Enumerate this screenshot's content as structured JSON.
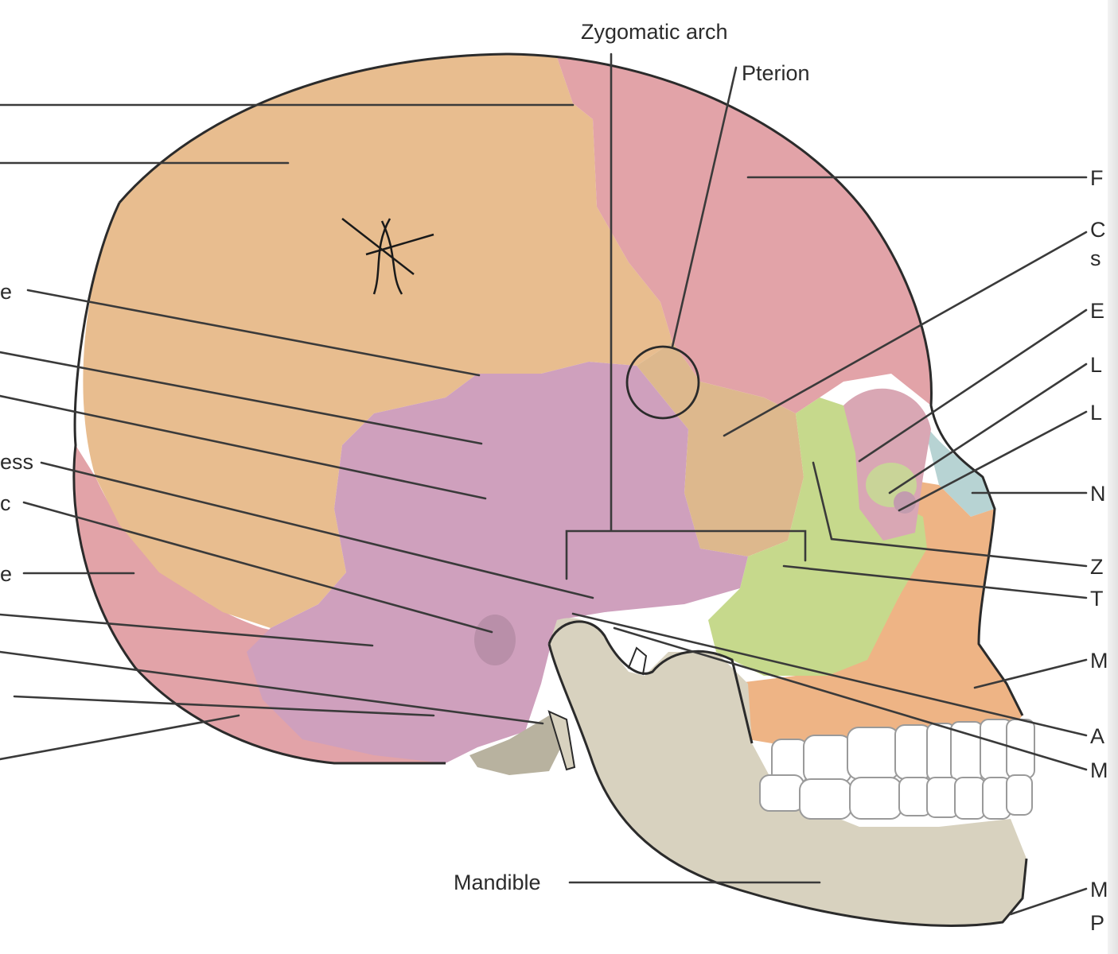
{
  "labels": {
    "zygomatic_arch": "Zygomatic arch",
    "pterion": "Pterion",
    "mandible": "Mandible",
    "frag_left_1": "e",
    "frag_left_2": "ess",
    "frag_left_3": "c",
    "frag_left_4": "e",
    "frag_right_1": "F",
    "frag_right_2a": "C",
    "frag_right_2b": "s",
    "frag_right_3": "E",
    "frag_right_4": "L",
    "frag_right_5": "L",
    "frag_right_6": "N",
    "frag_right_7": "Z",
    "frag_right_8": "T",
    "frag_right_9": "M",
    "frag_right_10": "A",
    "frag_right_11": "M",
    "frag_right_12a": "M",
    "frag_right_12b": "P"
  },
  "colors": {
    "parietal": "#e8bd8f",
    "frontal": "#e2a3a8",
    "occipital": "#e2a3a8",
    "temporal": "#cfa0bd",
    "sphenoid": "#ddb88d",
    "zygomatic": "#c6d98c",
    "maxilla": "#eeb485",
    "nasal": "#b7d3d3",
    "mandible": "#d8d2bf",
    "teeth": "#ffffff",
    "lines": "#3a3a3a"
  }
}
